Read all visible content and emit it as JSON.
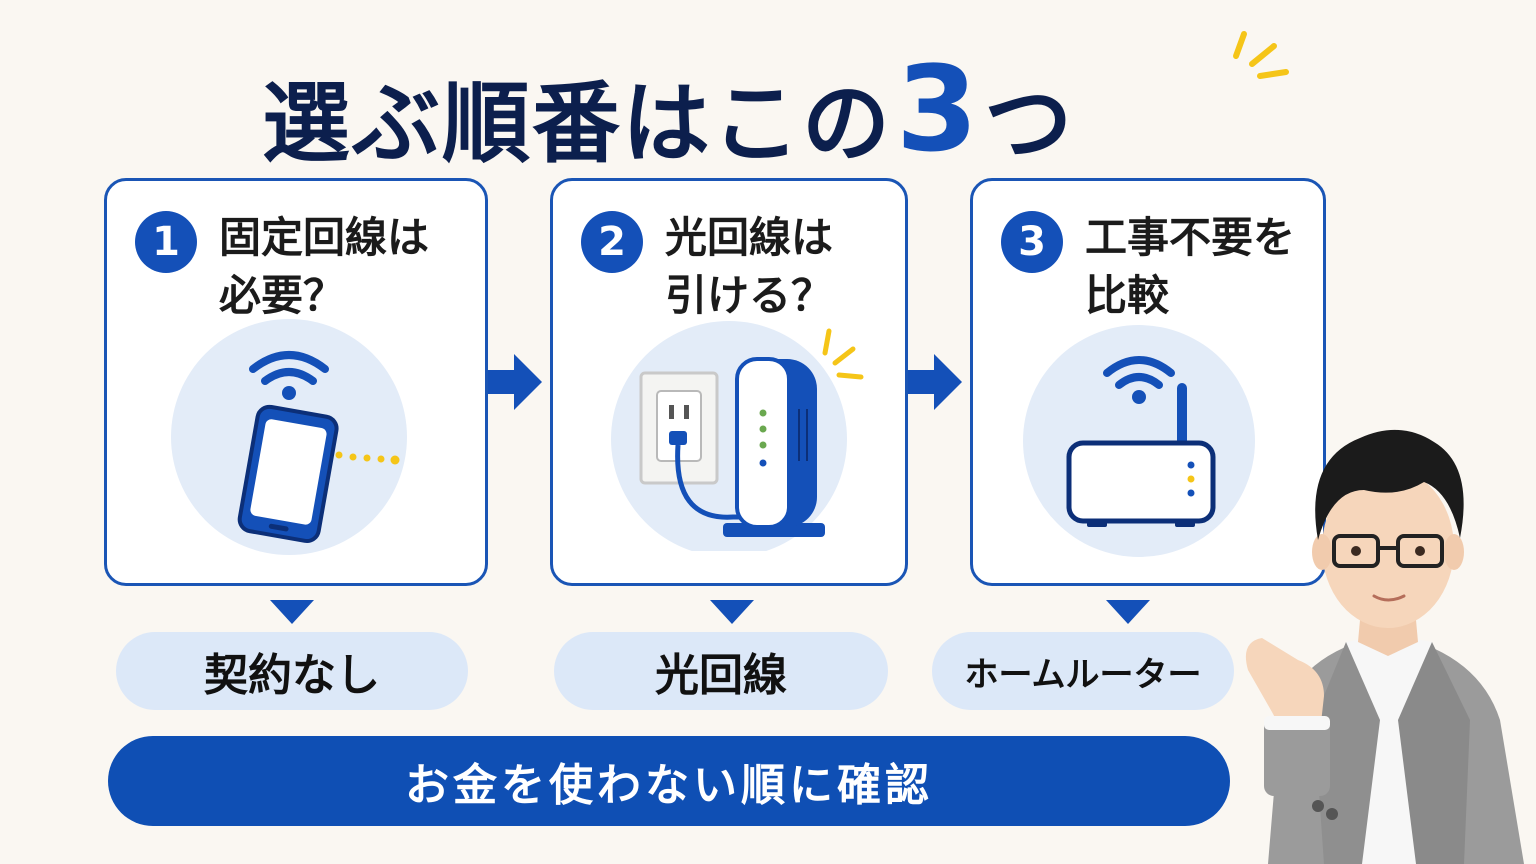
{
  "title": {
    "prefix": "選ぶ順番はこの",
    "number": "3",
    "suffix": "つ"
  },
  "steps": [
    {
      "number": "1",
      "line1": "固定回線は",
      "line2": "必要？",
      "result": "契約なし",
      "illustration": "smartphone-wifi-icon"
    },
    {
      "number": "2",
      "line1": "光回線は",
      "line2": "引ける？",
      "result": "光回線",
      "illustration": "wall-outlet-router-icon"
    },
    {
      "number": "3",
      "line1": "工事不要を",
      "line2": "比較",
      "result": "ホームルーター",
      "illustration": "home-router-icon"
    }
  ],
  "footer": {
    "text": "お金を使わない順に確認"
  },
  "colors": {
    "primary": "#1450b8",
    "navy": "#0c1f4d",
    "pill": "#dce8f8",
    "accent": "#f5c518",
    "background": "#faf7f2"
  }
}
